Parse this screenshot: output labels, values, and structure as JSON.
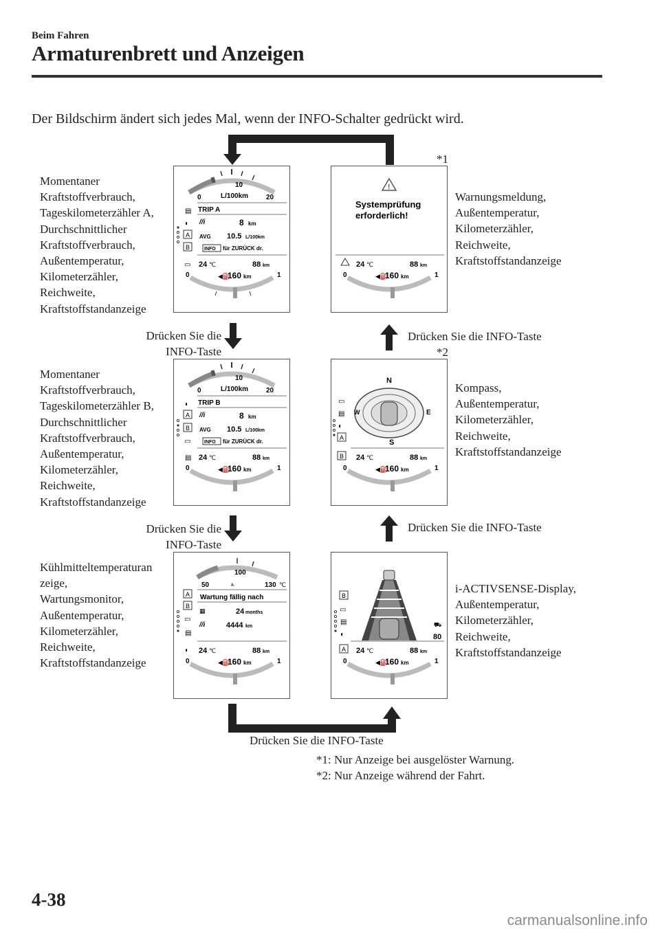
{
  "header": {
    "section": "Beim Fahren",
    "title": "Armaturenbrett und Anzeigen"
  },
  "intro": "Der Bildschirm ändert sich jedes Mal, wenn der INFO-Schalter gedrückt wird.",
  "markers": {
    "star1": "*1",
    "star2": "*2"
  },
  "labels": {
    "trip_a": "Momentaner\nKraftstoffverbrauch,\nTageskilometerzähler A,\nDurchschnittlicher\nKraftstoffverbrauch,\nAußentemperatur,\nKilometerzähler,\nReichweite,\nKraftstoffstandanzeige",
    "trip_b": "Momentaner\nKraftstoffverbrauch,\nTageskilometerzähler B,\nDurchschnittlicher\nKraftstoffverbrauch,\nAußentemperatur,\nKilometerzähler,\nReichweite,\nKraftstoffstandanzeige",
    "coolant": "Kühlmitteltemperaturan\nzeige,\nWartungsmonitor,\nAußentemperatur,\nKilometerzähler,\nReichweite,\nKraftstoffstandanzeige",
    "warning": "Warnungsmeldung,\nAußentemperatur,\nKilometerzähler,\nReichweite,\nKraftstoffstandanzeige",
    "compass": "Kompass,\nAußentemperatur,\nKilometerzähler,\nReichweite,\nKraftstoffstandanzeige",
    "activsense": "i-ACTIVSENSE-Display,\nAußentemperatur,\nKilometerzähler,\nReichweite,\nKraftstoffstandanzeige"
  },
  "press": {
    "left": "Drücken Sie die\nINFO-Taste",
    "right": "Drücken Sie die INFO-Taste",
    "bottom": "Drücken Sie die INFO-Taste"
  },
  "display": {
    "fuel_scale": {
      "min": "0",
      "mid": "10",
      "max": "20",
      "unit": "L/100km"
    },
    "trip_a": "TRIP A",
    "trip_b": "TRIP B",
    "current_value": "8",
    "current_unit": "km",
    "avg_label": "AVG",
    "avg_value": "10.5",
    "avg_unit": "L/100km",
    "info_label": "INFO",
    "info_text": "für ZURÜCK dr.",
    "temp": "24",
    "temp_unit": "℃",
    "odo": "88",
    "odo_unit": "km",
    "range": "160",
    "range_unit": "km",
    "fuel_min": "0",
    "fuel_max": "1",
    "warning_line1": "Systemprüfung",
    "warning_line2": "erforderlich!",
    "compass_n": "N",
    "compass_s": "S",
    "compass_e": "E",
    "compass_w": "W",
    "coolant_min": "50",
    "coolant_mid": "100",
    "coolant_max": "130",
    "coolant_unit": "℃",
    "maintenance_title": "Wartung fällig nach",
    "maint_months": "24",
    "maint_months_unit": "months",
    "maint_km": "4444",
    "maint_km_unit": "km",
    "speed_limit": "80",
    "badge_a": "A",
    "badge_b": "B"
  },
  "footnotes": {
    "n1": "*1: Nur Anzeige bei ausgelöster Warnung.",
    "n2": "*2: Nur Anzeige während der Fahrt."
  },
  "page_number": "4-38",
  "watermark": "carmanualsonline.info"
}
